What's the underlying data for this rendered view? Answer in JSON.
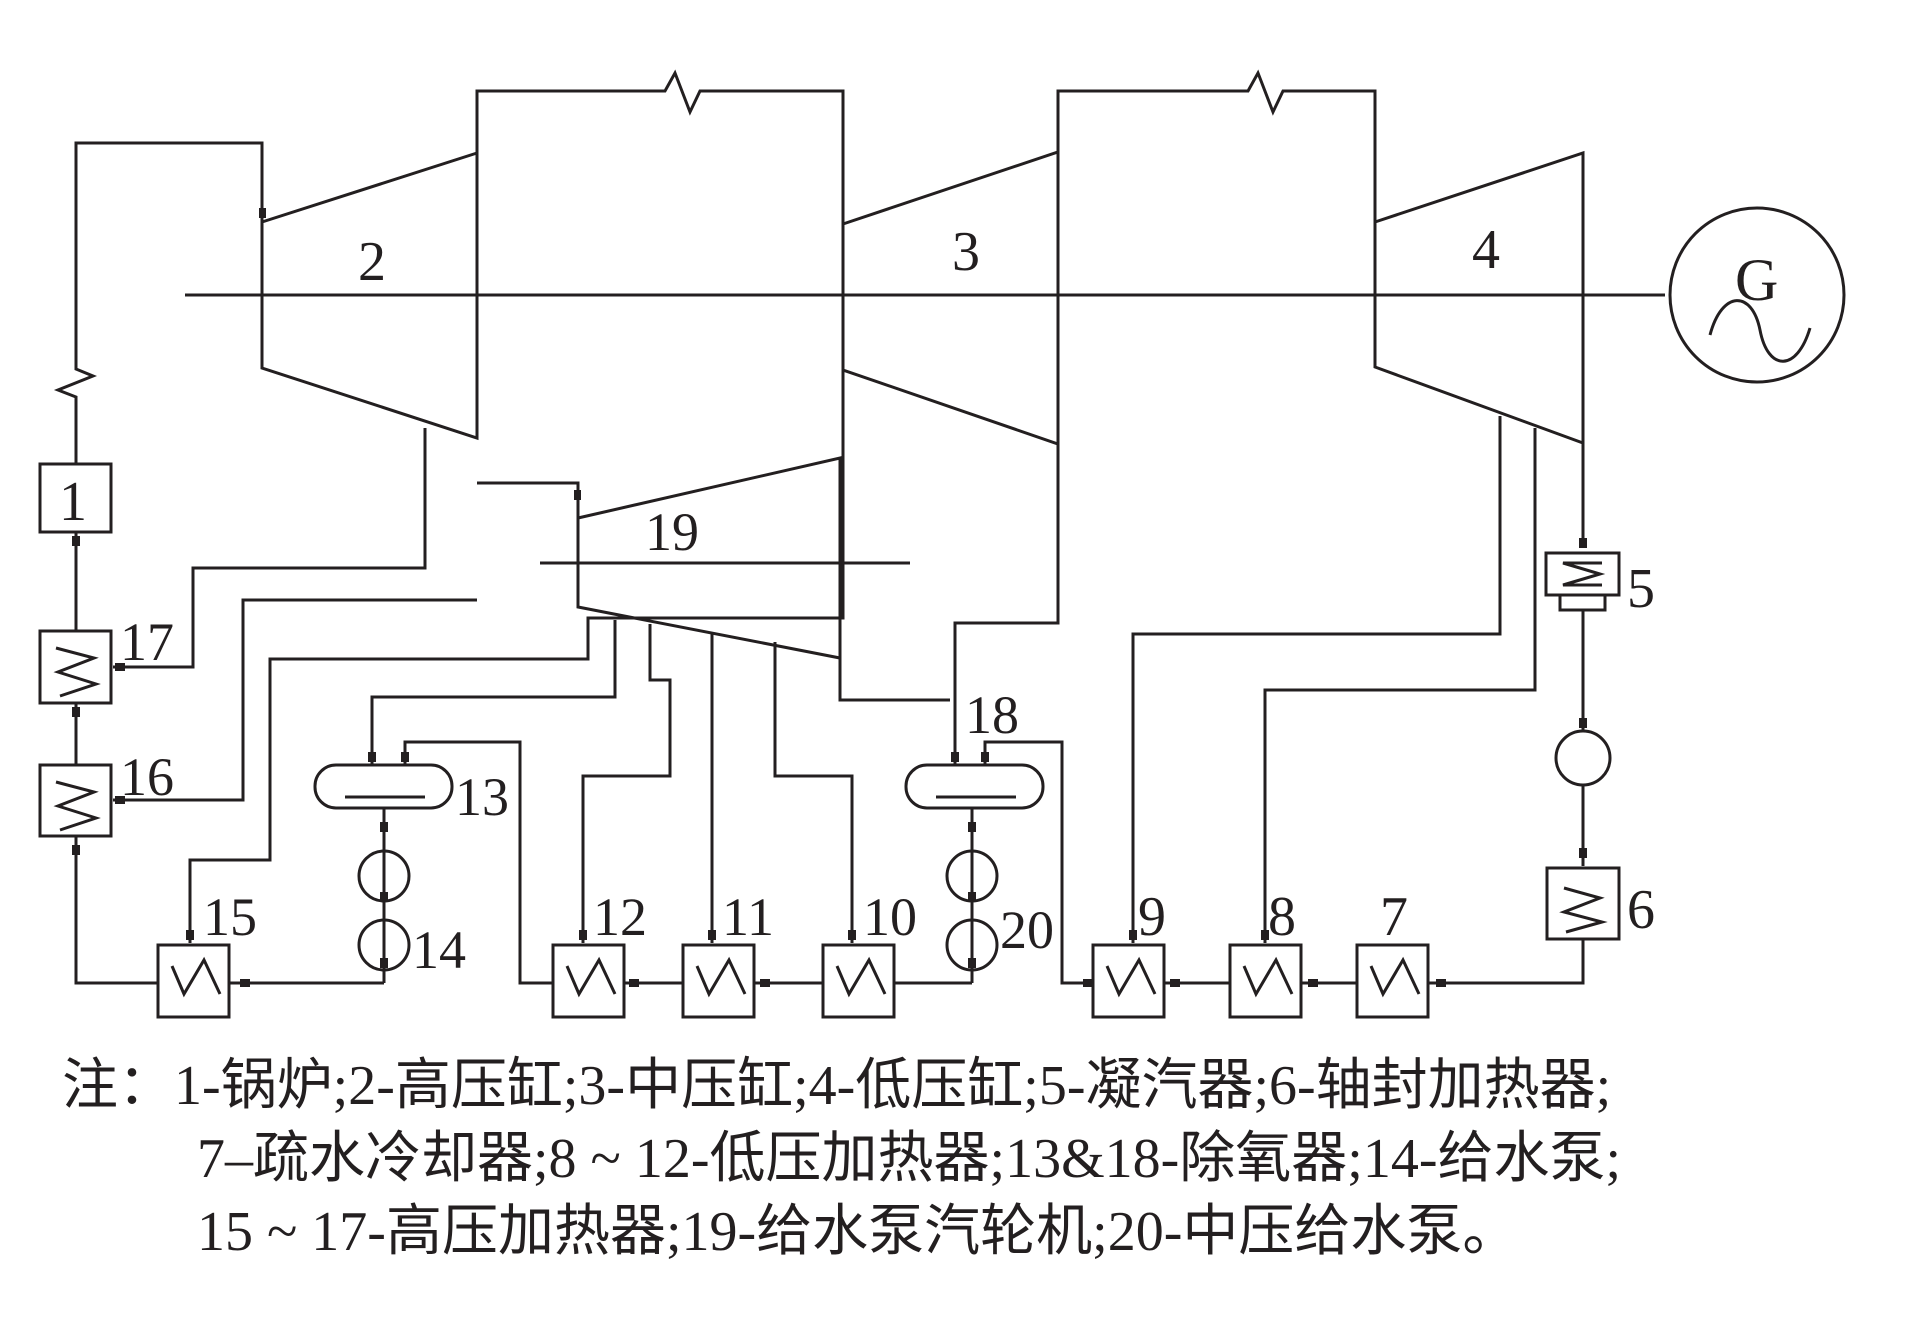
{
  "labels": {
    "n1": "1",
    "n2": "2",
    "n3": "3",
    "n4": "4",
    "n5": "5",
    "n6": "6",
    "n7": "7",
    "n8": "8",
    "n9": "9",
    "n10": "10",
    "n11": "11",
    "n12": "12",
    "n13": "13",
    "n14": "14",
    "n15": "15",
    "n16": "16",
    "n17": "17",
    "n18": "18",
    "n19": "19",
    "n20": "20",
    "generator": "G"
  },
  "note": {
    "prefix": "注：",
    "line1": "1-锅炉;2-高压缸;3-中压缸;4-低压缸;5-凝汽器;6-轴封加热器;",
    "line2": "7–疏水冷却器;8 ~ 12-低压加热器;13&18-除氧器;14-给水泵;",
    "line3": "15 ~ 17-高压加热器;19-给水泵汽轮机;20-中压给水泵。"
  }
}
